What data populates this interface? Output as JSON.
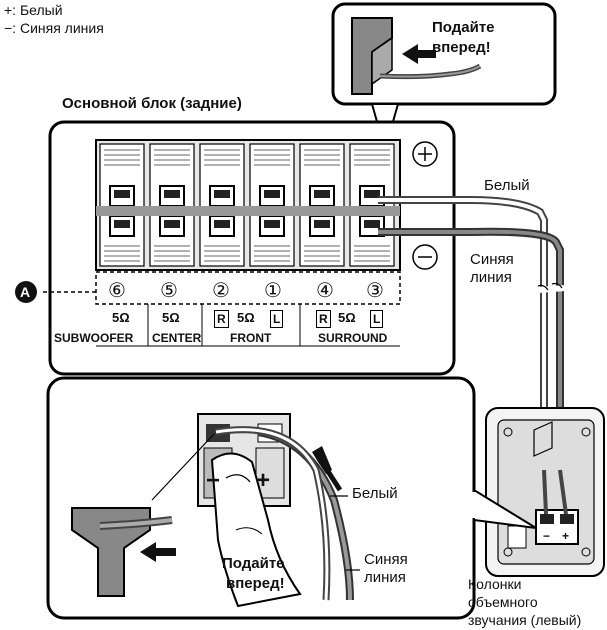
{
  "legend": {
    "plus": "+: Белый",
    "minus": "−: Синяя линия"
  },
  "callout_top": {
    "line1": "Подайте",
    "line2": "вперед!"
  },
  "main_unit_title": "Основной блок (задние)",
  "labels_right": {
    "white": "Белый",
    "blue_line1": "Синяя",
    "blue_line2": "линия"
  },
  "marker_a": "A",
  "terminals": {
    "numbers": [
      "⑥",
      "⑤",
      "②",
      "①",
      "④",
      "③"
    ],
    "impedance": "5Ω",
    "channels": {
      "subwoofer": "SUBWOOFER",
      "center": "CENTER",
      "front": "FRONT",
      "surround": "SURROUND"
    },
    "side_r": "R",
    "side_l": "L"
  },
  "detail": {
    "white": "Белый",
    "blue_line1": "Синяя",
    "blue_line2": "линия",
    "push_line1": "Подайте",
    "push_line2": "вперед!",
    "minus": "−",
    "plus": "+"
  },
  "speaker": {
    "caption1": "Колонки",
    "caption2": "объемного",
    "caption3": "звучания (левый)",
    "minus": "−",
    "plus": "+"
  }
}
